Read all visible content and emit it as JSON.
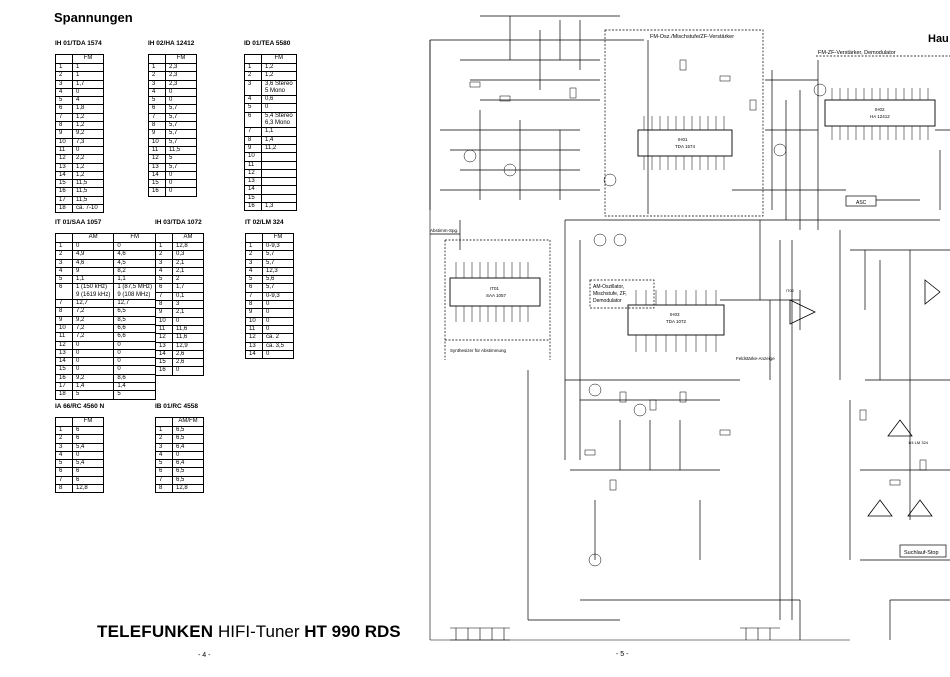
{
  "page_left": {
    "heading": "Spannungen",
    "tables": [
      {
        "title": "IH 01/TDA 1574",
        "columns": [
          "FM"
        ],
        "rows": [
          [
            "1",
            "1"
          ],
          [
            "2",
            "1"
          ],
          [
            "3",
            "1,7"
          ],
          [
            "4",
            "0"
          ],
          [
            "5",
            "4"
          ],
          [
            "6",
            "1,8"
          ],
          [
            "7",
            "1,2"
          ],
          [
            "8",
            "1,2"
          ],
          [
            "9",
            "9,2"
          ],
          [
            "10",
            "7,3"
          ],
          [
            "11",
            "0"
          ],
          [
            "12",
            "2,2"
          ],
          [
            "13",
            "1,2"
          ],
          [
            "14",
            "1,2"
          ],
          [
            "15",
            "11,5"
          ],
          [
            "16",
            "11,5"
          ],
          [
            "17",
            "11,5"
          ],
          [
            "18",
            "ca. 7-10"
          ]
        ]
      },
      {
        "title": "IH 02/HA 12412",
        "columns": [
          "FM"
        ],
        "rows": [
          [
            "1",
            "2,3"
          ],
          [
            "2",
            "2,3"
          ],
          [
            "3",
            "2,3"
          ],
          [
            "4",
            "0"
          ],
          [
            "5",
            "0"
          ],
          [
            "6",
            "5,7"
          ],
          [
            "7",
            "5,7"
          ],
          [
            "8",
            "5,7"
          ],
          [
            "9",
            "5,7"
          ],
          [
            "10",
            "5,7"
          ],
          [
            "11",
            "11,5"
          ],
          [
            "12",
            "5"
          ],
          [
            "13",
            "5,7"
          ],
          [
            "14",
            "0"
          ],
          [
            "15",
            "0"
          ],
          [
            "16",
            "0"
          ]
        ]
      },
      {
        "title": "ID 01/TEA 5580",
        "columns": [
          "FM"
        ],
        "rows": [
          [
            "1",
            "1,2"
          ],
          [
            "2",
            "1,2"
          ],
          [
            "3",
            "3,6 Stereo\n5 Mono"
          ],
          [
            "4",
            "0,6"
          ],
          [
            "5",
            "0"
          ],
          [
            "6",
            "5,4 Stereo\n6,3 Mono"
          ],
          [
            "7",
            "1,1"
          ],
          [
            "8",
            "1,4"
          ],
          [
            "9",
            "11,2"
          ],
          [
            "10",
            ""
          ],
          [
            "11",
            ""
          ],
          [
            "12",
            ""
          ],
          [
            "13",
            ""
          ],
          [
            "14",
            ""
          ],
          [
            "15",
            ""
          ],
          [
            "16",
            "1,3"
          ]
        ]
      },
      {
        "title": "IT 01/SAA 1057",
        "columns": [
          "AM",
          "FM"
        ],
        "rows": [
          [
            "1",
            "0",
            "0"
          ],
          [
            "2",
            "4,9",
            "4,6"
          ],
          [
            "3",
            "4,6",
            "4,5"
          ],
          [
            "4",
            "9",
            "8,2"
          ],
          [
            "5",
            "1,1",
            "1,1"
          ],
          [
            "6",
            "1 (150 kHz)\n9 (1619 kHz)",
            "1 (87,5 MHz)\n9 (108 MHz)"
          ],
          [
            "7",
            "12,7",
            "12,7"
          ],
          [
            "8",
            "7,2",
            "6,5"
          ],
          [
            "9",
            "9,2",
            "8,5"
          ],
          [
            "10",
            "7,2",
            "6,6"
          ],
          [
            "11",
            "7,2",
            "6,6"
          ],
          [
            "12",
            "0",
            "0"
          ],
          [
            "13",
            "0",
            "0"
          ],
          [
            "14",
            "0",
            "0"
          ],
          [
            "15",
            "0",
            "0"
          ],
          [
            "16",
            "9,2",
            "8,6"
          ],
          [
            "17",
            "1,4",
            "1,4"
          ],
          [
            "18",
            "5",
            "5"
          ]
        ]
      },
      {
        "title": "IH 03/TDA 1072",
        "columns": [
          "AM"
        ],
        "rows": [
          [
            "1",
            "12,8"
          ],
          [
            "2",
            "0,3"
          ],
          [
            "3",
            "2,1"
          ],
          [
            "4",
            "2,1"
          ],
          [
            "5",
            "2"
          ],
          [
            "6",
            "1,7"
          ],
          [
            "7",
            "0,1"
          ],
          [
            "8",
            "3"
          ],
          [
            "9",
            "2,1"
          ],
          [
            "10",
            "0"
          ],
          [
            "11",
            "11,6"
          ],
          [
            "12",
            "11,6"
          ],
          [
            "13",
            "12,9"
          ],
          [
            "14",
            "2,6"
          ],
          [
            "15",
            "2,6"
          ],
          [
            "16",
            "0"
          ]
        ]
      },
      {
        "title": "IT 02/LM 324",
        "columns": [
          "FM"
        ],
        "rows": [
          [
            "1",
            "0-9,3"
          ],
          [
            "2",
            "5,7"
          ],
          [
            "3",
            "5,7"
          ],
          [
            "4",
            "12,3"
          ],
          [
            "5",
            "5,6"
          ],
          [
            "6",
            "5,7"
          ],
          [
            "7",
            "0-9,3"
          ],
          [
            "8",
            "0"
          ],
          [
            "9",
            "0"
          ],
          [
            "10",
            "0"
          ],
          [
            "11",
            "0"
          ],
          [
            "12",
            "ca. 2"
          ],
          [
            "13",
            "ca. 3,5"
          ],
          [
            "14",
            "0"
          ]
        ]
      },
      {
        "title": "IA 66/RC 4560 N",
        "columns": [
          "FM"
        ],
        "rows": [
          [
            "1",
            "6"
          ],
          [
            "2",
            "6"
          ],
          [
            "3",
            "5,4"
          ],
          [
            "4",
            "0"
          ],
          [
            "5",
            "5,4"
          ],
          [
            "6",
            "6"
          ],
          [
            "7",
            "6"
          ],
          [
            "8",
            "12,8"
          ]
        ]
      },
      {
        "title": "IB 01/RC 4558",
        "columns": [
          "AM/FM"
        ],
        "rows": [
          [
            "1",
            "6,5"
          ],
          [
            "2",
            "6,5"
          ],
          [
            "3",
            "6,4"
          ],
          [
            "4",
            "0"
          ],
          [
            "5",
            "6,4"
          ],
          [
            "6",
            "6,5"
          ],
          [
            "7",
            "6,5"
          ],
          [
            "8",
            "12,8"
          ]
        ]
      }
    ],
    "footer": {
      "brand": "TELEFUNKEN",
      "product": " HIFI-Tuner ",
      "model": "HT 990 RDS"
    },
    "page_number": "- 4 -"
  },
  "page_right": {
    "header_title": "Hau",
    "labels": {
      "fm_osc": "FM-Osz./Mischstufe/ZF-Verstärker",
      "fm_zf": "FM-ZF-Verstärker, Demodulator",
      "ih01_ref": "IH01",
      "ih01_type": "TDA 1574",
      "ih02_ref": "IH02",
      "ih02_type": "HA 12412",
      "asc": "ASC",
      "abstimm": "Abstimm-Spg.",
      "am_osc_1": "AM-Oszillator,",
      "am_osc_2": "Mischstufe, ZF,",
      "am_osc_3": "Demodulator",
      "ih03_ref": "IH03",
      "ih03_type": "TDA 1072",
      "it01_ref": "IT01",
      "it01_type": "SAA 1057",
      "synth": "Synthesizer für Abstimmung",
      "feld": "Feldstärke-Anzeige",
      "it02_ref": "IT02",
      "it02_type": "1/4 LM 324",
      "suchlauf": "Suchlauf-Stop"
    },
    "page_number": "- 5 -"
  }
}
